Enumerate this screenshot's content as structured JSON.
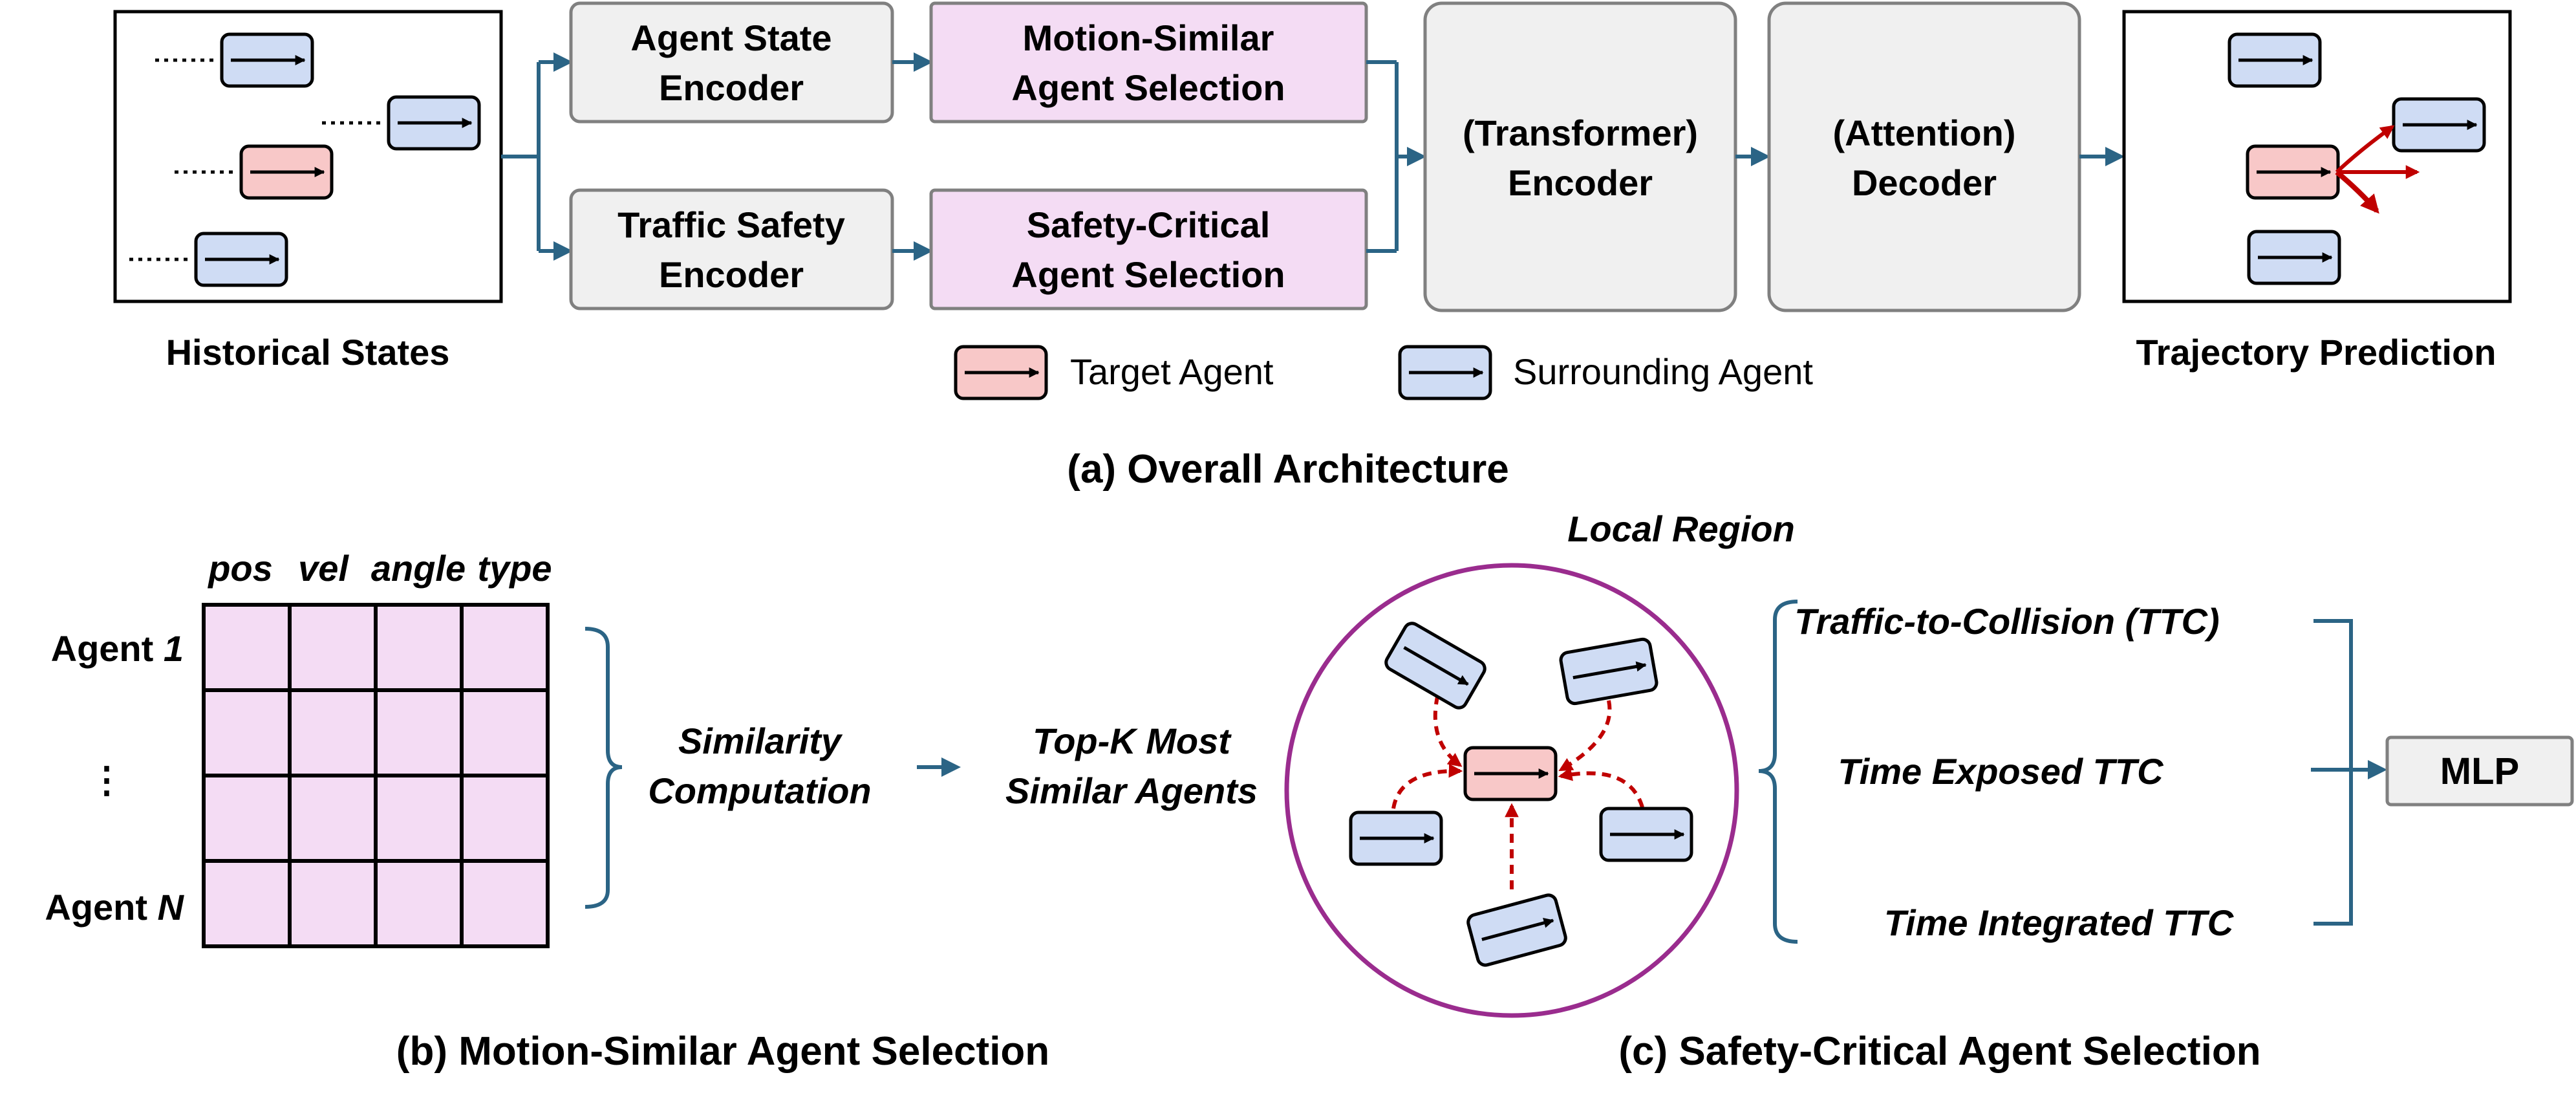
{
  "colors": {
    "flow": "#2b6485",
    "module_gray": "#f0f0f0",
    "module_pink": "#f4dcf4",
    "target_agent": "#f8c8c8",
    "surrounding_agent": "#cfdcf4",
    "region_circle": "#9a2c8e",
    "interaction_red": "#c00000"
  },
  "part_a": {
    "caption": "(a) Overall Architecture",
    "historical_label": "Historical States",
    "prediction_label": "Trajectory Prediction",
    "agent_state_encoder": [
      "Agent State",
      "Encoder"
    ],
    "traffic_safety_encoder": [
      "Traffic Safety",
      "Encoder"
    ],
    "motion_similar_selection": [
      "Motion-Similar",
      "Agent Selection"
    ],
    "safety_critical_selection": [
      "Safety-Critical",
      "Agent Selection"
    ],
    "transformer_encoder": [
      "(Transformer)",
      "Encoder"
    ],
    "attention_decoder": [
      "(Attention)",
      "Decoder"
    ],
    "legend": {
      "target": "Target Agent",
      "surrounding": "Surrounding Agent"
    }
  },
  "part_b": {
    "caption": "(b) Motion-Similar Agent Selection",
    "columns": [
      "pos",
      "vel",
      "angle",
      "type"
    ],
    "rows": {
      "first_prefix": "Agent ",
      "first_index": "1",
      "middle": "⋮",
      "last_prefix": "Agent ",
      "last_index": "N"
    },
    "similarity": [
      "Similarity",
      "Computation"
    ],
    "topk": [
      "Top-K Most",
      "Similar Agents"
    ]
  },
  "part_c": {
    "caption": "(c) Safety-Critical Agent Selection",
    "region_label": "Local Region",
    "metrics": [
      "Traffic-to-Collision (TTC)",
      "Time Exposed TTC",
      "Time Integrated TTC"
    ],
    "mlp": "MLP"
  }
}
